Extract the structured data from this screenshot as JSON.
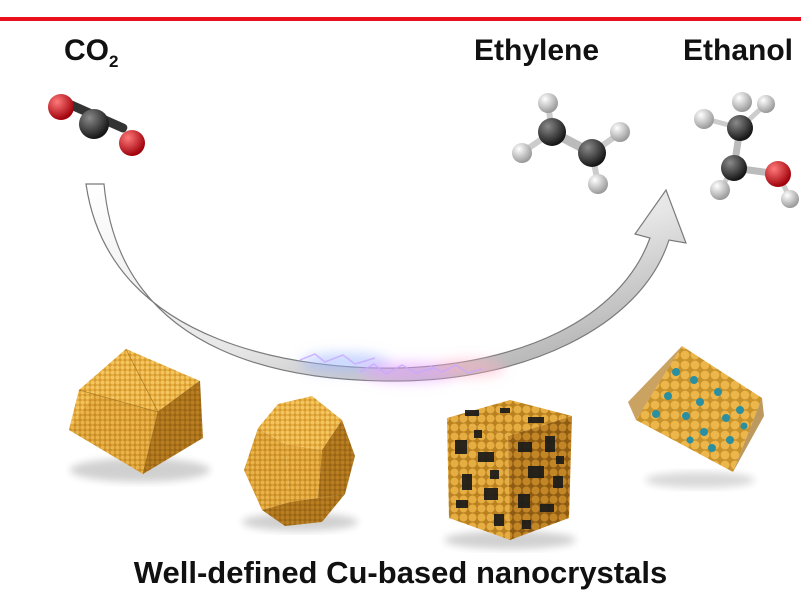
{
  "labels": {
    "reactant": "CO",
    "reactant_sub": "2",
    "product_1": "Ethylene",
    "product_2": "Ethanol",
    "caption": "Well-defined Cu-based nanocrystals"
  },
  "colors": {
    "rule": "#e8101c",
    "copper": "#d9a23a",
    "copper_dark": "#8a5a12",
    "carbon": "#2a2a2a",
    "oxygen": "#d0101a",
    "hydrogen": "#e8e8e8",
    "dopant_dark": "#1a1a1a",
    "dopant_teal": "#2a8fa0"
  },
  "nanocrystals": [
    {
      "shape": "octahedron"
    },
    {
      "shape": "truncated-octahedron"
    },
    {
      "shape": "cube-with-dark-dopants"
    },
    {
      "shape": "octahedron-with-teal-dopants"
    }
  ]
}
